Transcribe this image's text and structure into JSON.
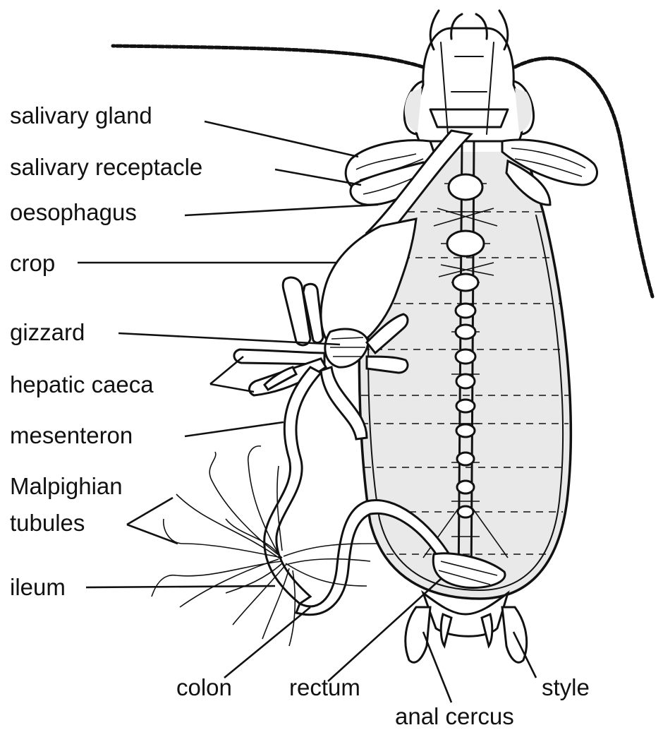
{
  "labels": {
    "salivary_gland": "salivary gland",
    "salivary_receptacle": "salivary receptacle",
    "oesophagus": "oesophagus",
    "crop": "crop",
    "gizzard": "gizzard",
    "hepatic_caeca": "hepatic caeca",
    "mesenteron": "mesenteron",
    "malpighian_1": "Malpighian",
    "malpighian_2": "tubules",
    "ileum": "ileum",
    "colon": "colon",
    "rectum": "rectum",
    "anal_cercus": "anal cercus",
    "style": "style"
  },
  "colors": {
    "ink": "#111111",
    "background": "#ffffff",
    "shading": "#e9e9e9"
  }
}
